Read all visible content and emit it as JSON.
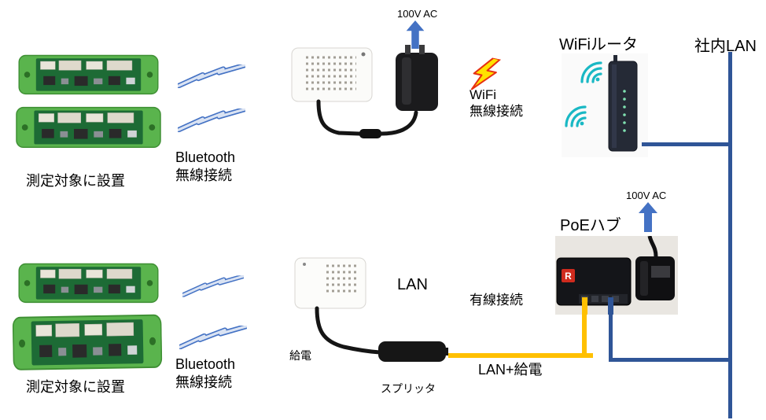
{
  "colors": {
    "lan_line_blue": "#2f5597",
    "poe_line_yellow": "#ffc000",
    "ac_arrow_blue": "#4472c4",
    "bluetooth_bolt_fill": "#dae3f3",
    "bluetooth_bolt_stroke": "#4472c4",
    "wifi_bolt_fill": "#ffe100",
    "wifi_bolt_stroke": "#e63012",
    "sensor_board_green": "#5ab44d"
  },
  "top": {
    "sensor_caption": "測定対象に設置",
    "bluetooth_label": "Bluetooth",
    "bluetooth_sublabel": "無線接続",
    "ac_label": "100V AC",
    "wifi_label": "WiFi",
    "wifi_sublabel": "無線接続",
    "router_title": "WiFiルータ",
    "office_lan_title": "社内LAN"
  },
  "bottom": {
    "sensor_caption": "測定対象に設置",
    "bluetooth_label": "Bluetooth",
    "bluetooth_sublabel": "無線接続",
    "lan_label": "LAN",
    "power_feed_label": "給電",
    "splitter_caption": "スプリッタ",
    "wired_label": "有線接続",
    "lan_plus_power_label": "LAN+給電",
    "poe_hub_title": "PoEハブ",
    "ac_label": "100V AC",
    "hub_logo_letter": "R"
  }
}
